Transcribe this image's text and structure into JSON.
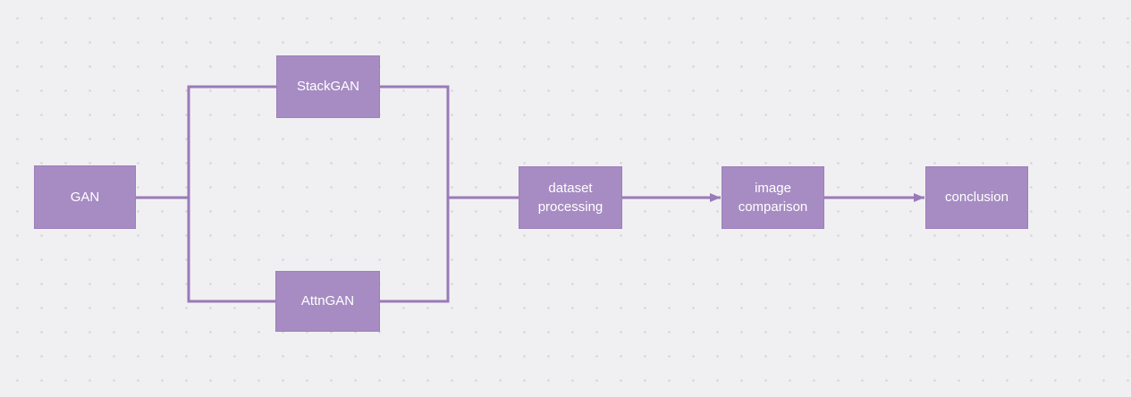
{
  "colors": {
    "canvas-bg": "#f0f0f2",
    "dot-color": "#d3d3d8",
    "node-fill": "#a78cc3",
    "node-border": "#9d7fba",
    "node-text": "#ffffff",
    "edge-color": "#9a7ab8"
  },
  "diagram": {
    "nodes": [
      {
        "id": "gan",
        "label": "GAN"
      },
      {
        "id": "stackgan",
        "label": "StackGAN"
      },
      {
        "id": "attngan",
        "label": "AttnGAN"
      },
      {
        "id": "dataset-processing",
        "label": "dataset processing"
      },
      {
        "id": "image-comparison",
        "label": "image comparison"
      },
      {
        "id": "conclusion",
        "label": "conclusion"
      }
    ],
    "edges": [
      {
        "from": "gan",
        "to": "stackgan",
        "arrow": false
      },
      {
        "from": "gan",
        "to": "attngan",
        "arrow": false
      },
      {
        "from": "stackgan",
        "to": "dataset-processing",
        "arrow": false
      },
      {
        "from": "attngan",
        "to": "dataset-processing",
        "arrow": false
      },
      {
        "from": "dataset-processing",
        "to": "image-comparison",
        "arrow": true
      },
      {
        "from": "image-comparison",
        "to": "conclusion",
        "arrow": true
      }
    ]
  }
}
